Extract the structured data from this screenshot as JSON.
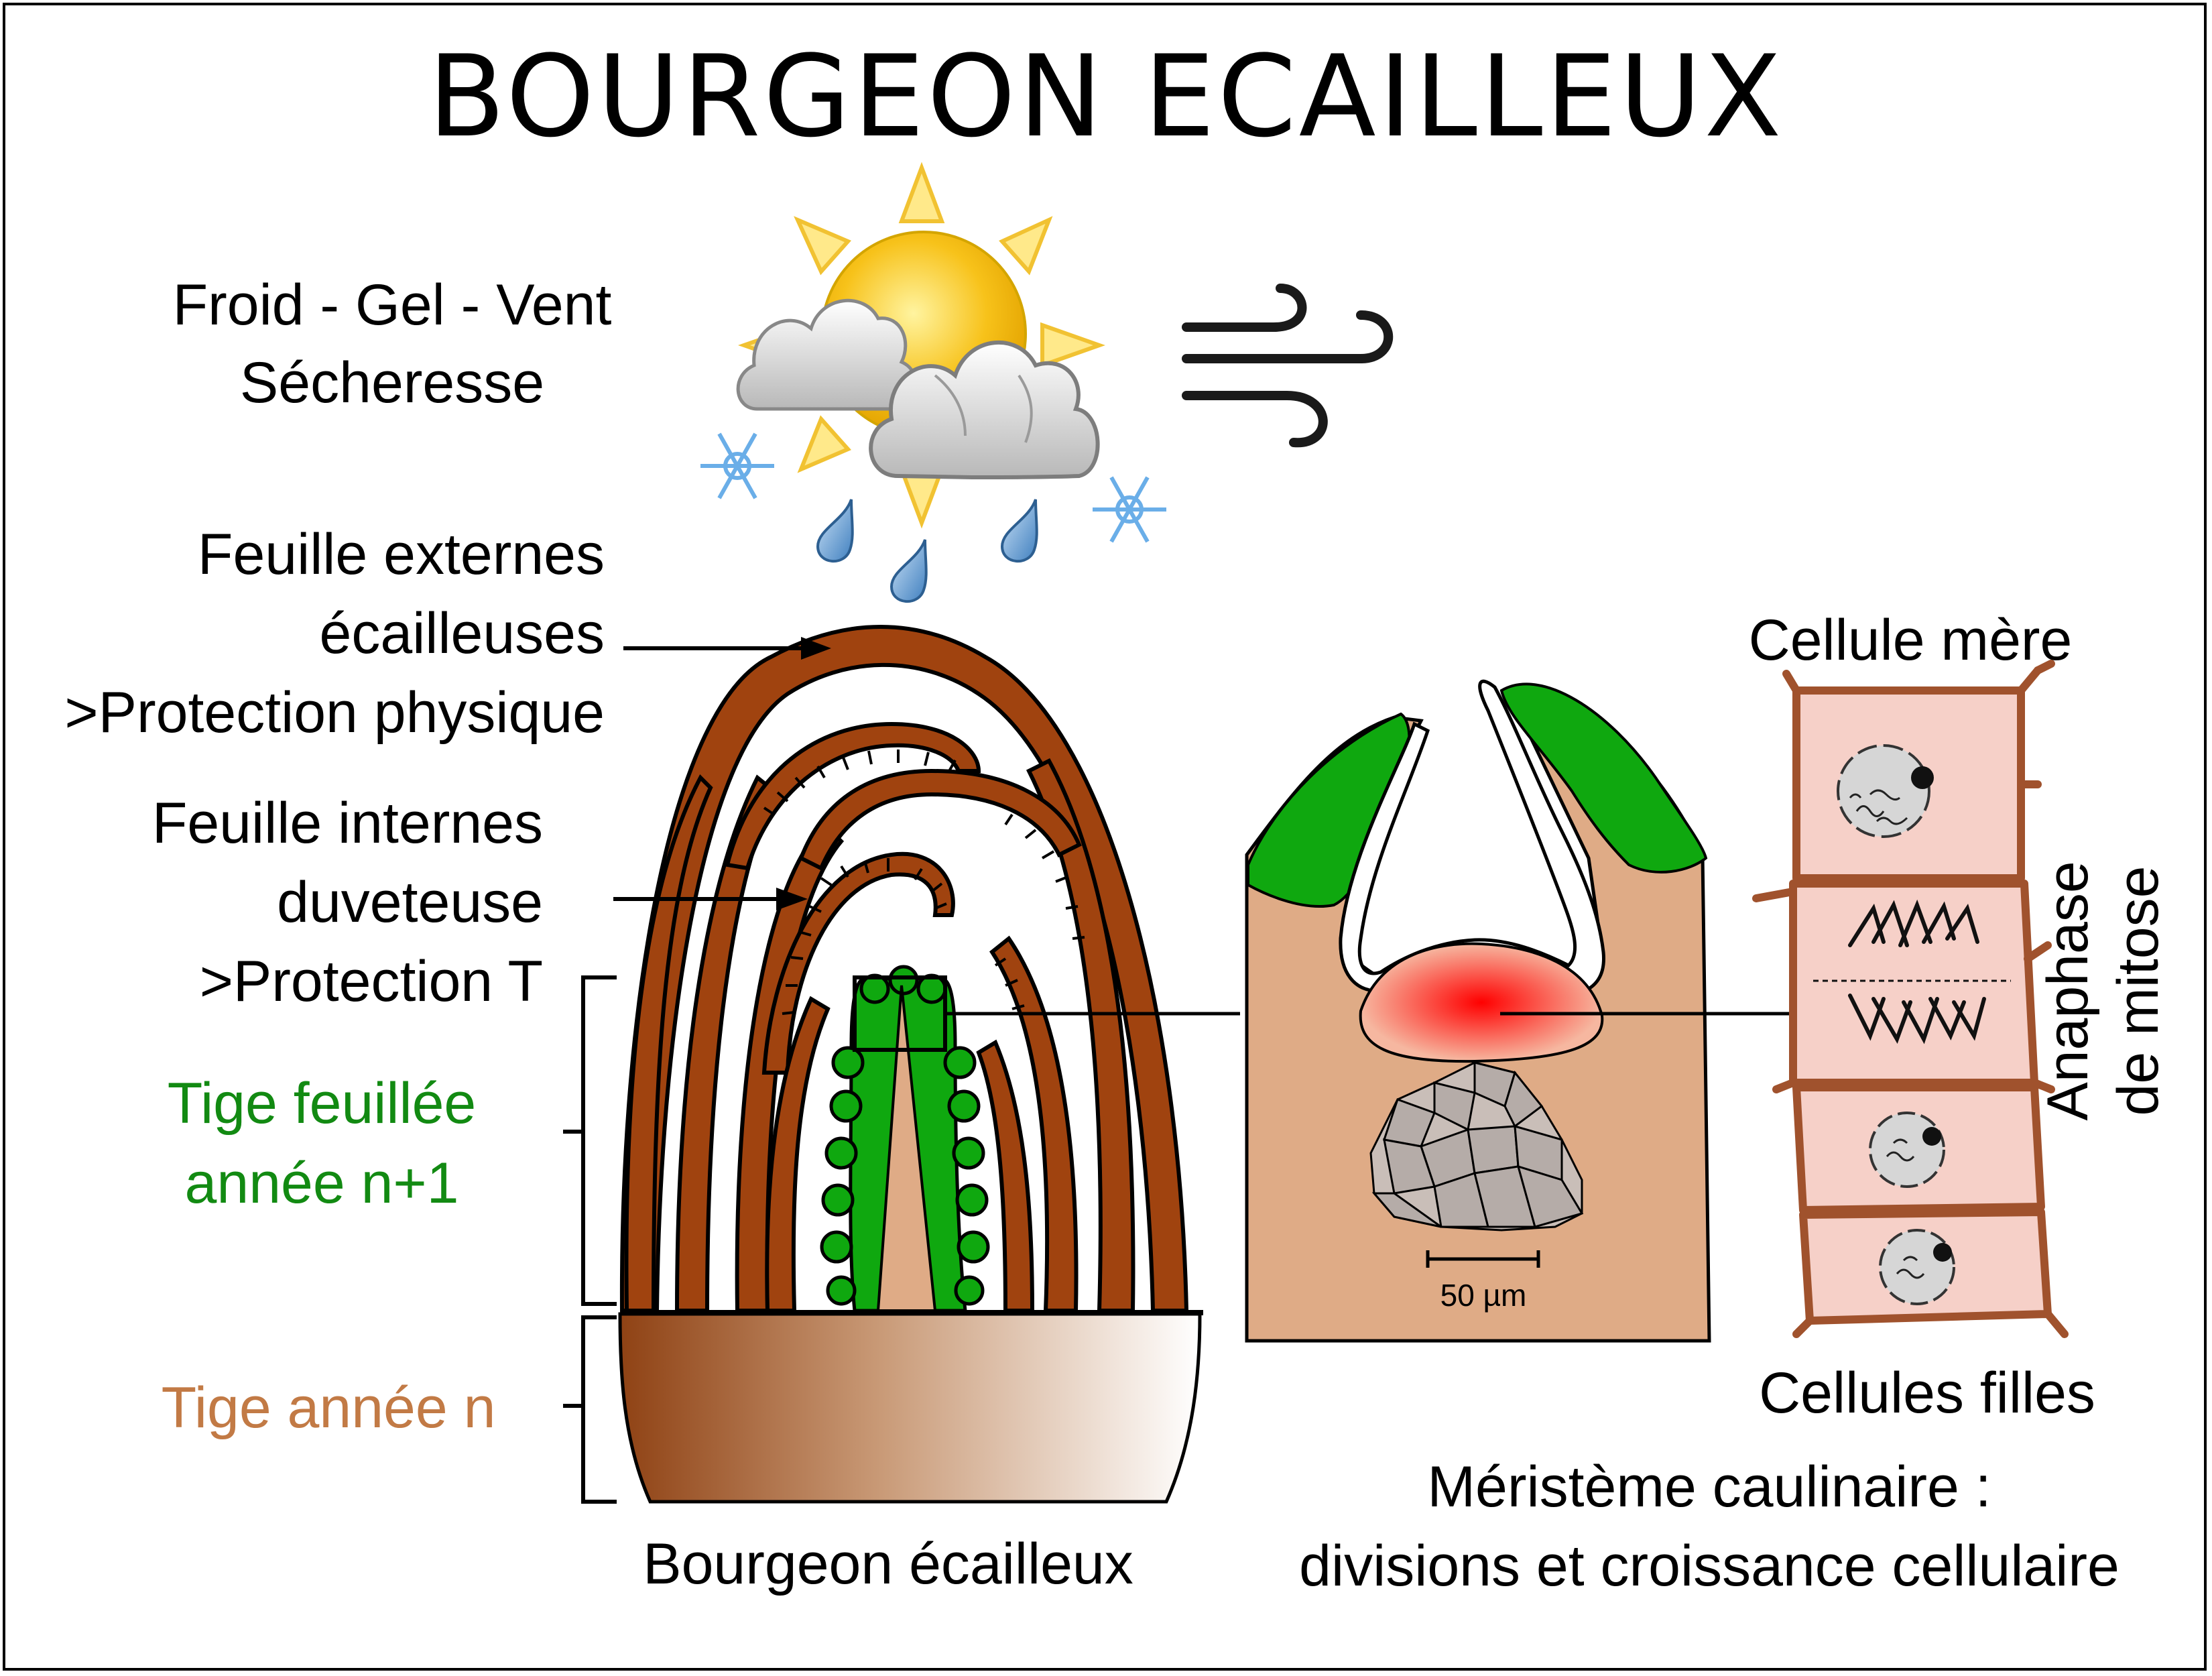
{
  "title": "BOURGEON ECAILLEUX",
  "weather": {
    "line1": "Froid - Gel - Vent",
    "line2": "Sécheresse",
    "icons": [
      "sun-icon",
      "cloud-icon",
      "snowflake-icon",
      "raindrop-icon",
      "wind-icon"
    ]
  },
  "labels": {
    "outer_leaves": [
      "Feuille externes",
      "écailleuses",
      ">Protection physique"
    ],
    "inner_leaves": [
      "Feuille internes",
      "duveteuse",
      ">Protection T"
    ],
    "stem_next": [
      "Tige feuillée",
      "année n+1"
    ],
    "stem_current": "Tige année n",
    "bud_caption": "Bourgeon écailleux",
    "mother_cell": "Cellule mère",
    "daughter_cells": "Cellules filles",
    "anaphase": [
      "Anaphase",
      "de mitose"
    ],
    "scale_bar": "50 µm",
    "meristem_caption": [
      "Méristème caulinaire :",
      "divisions et croissance cellulaire"
    ]
  },
  "colors": {
    "scale_brown": "#a0430f",
    "stem_green": "#0fa80f",
    "stem_next_text": "#128a12",
    "stem_current_text": "#c27a45",
    "tissue_tan": "#dfab86",
    "cell_pink": "#f6d0c8",
    "meristem_red": "#ff1a1a",
    "sun_yellow": "#f7c21a"
  }
}
